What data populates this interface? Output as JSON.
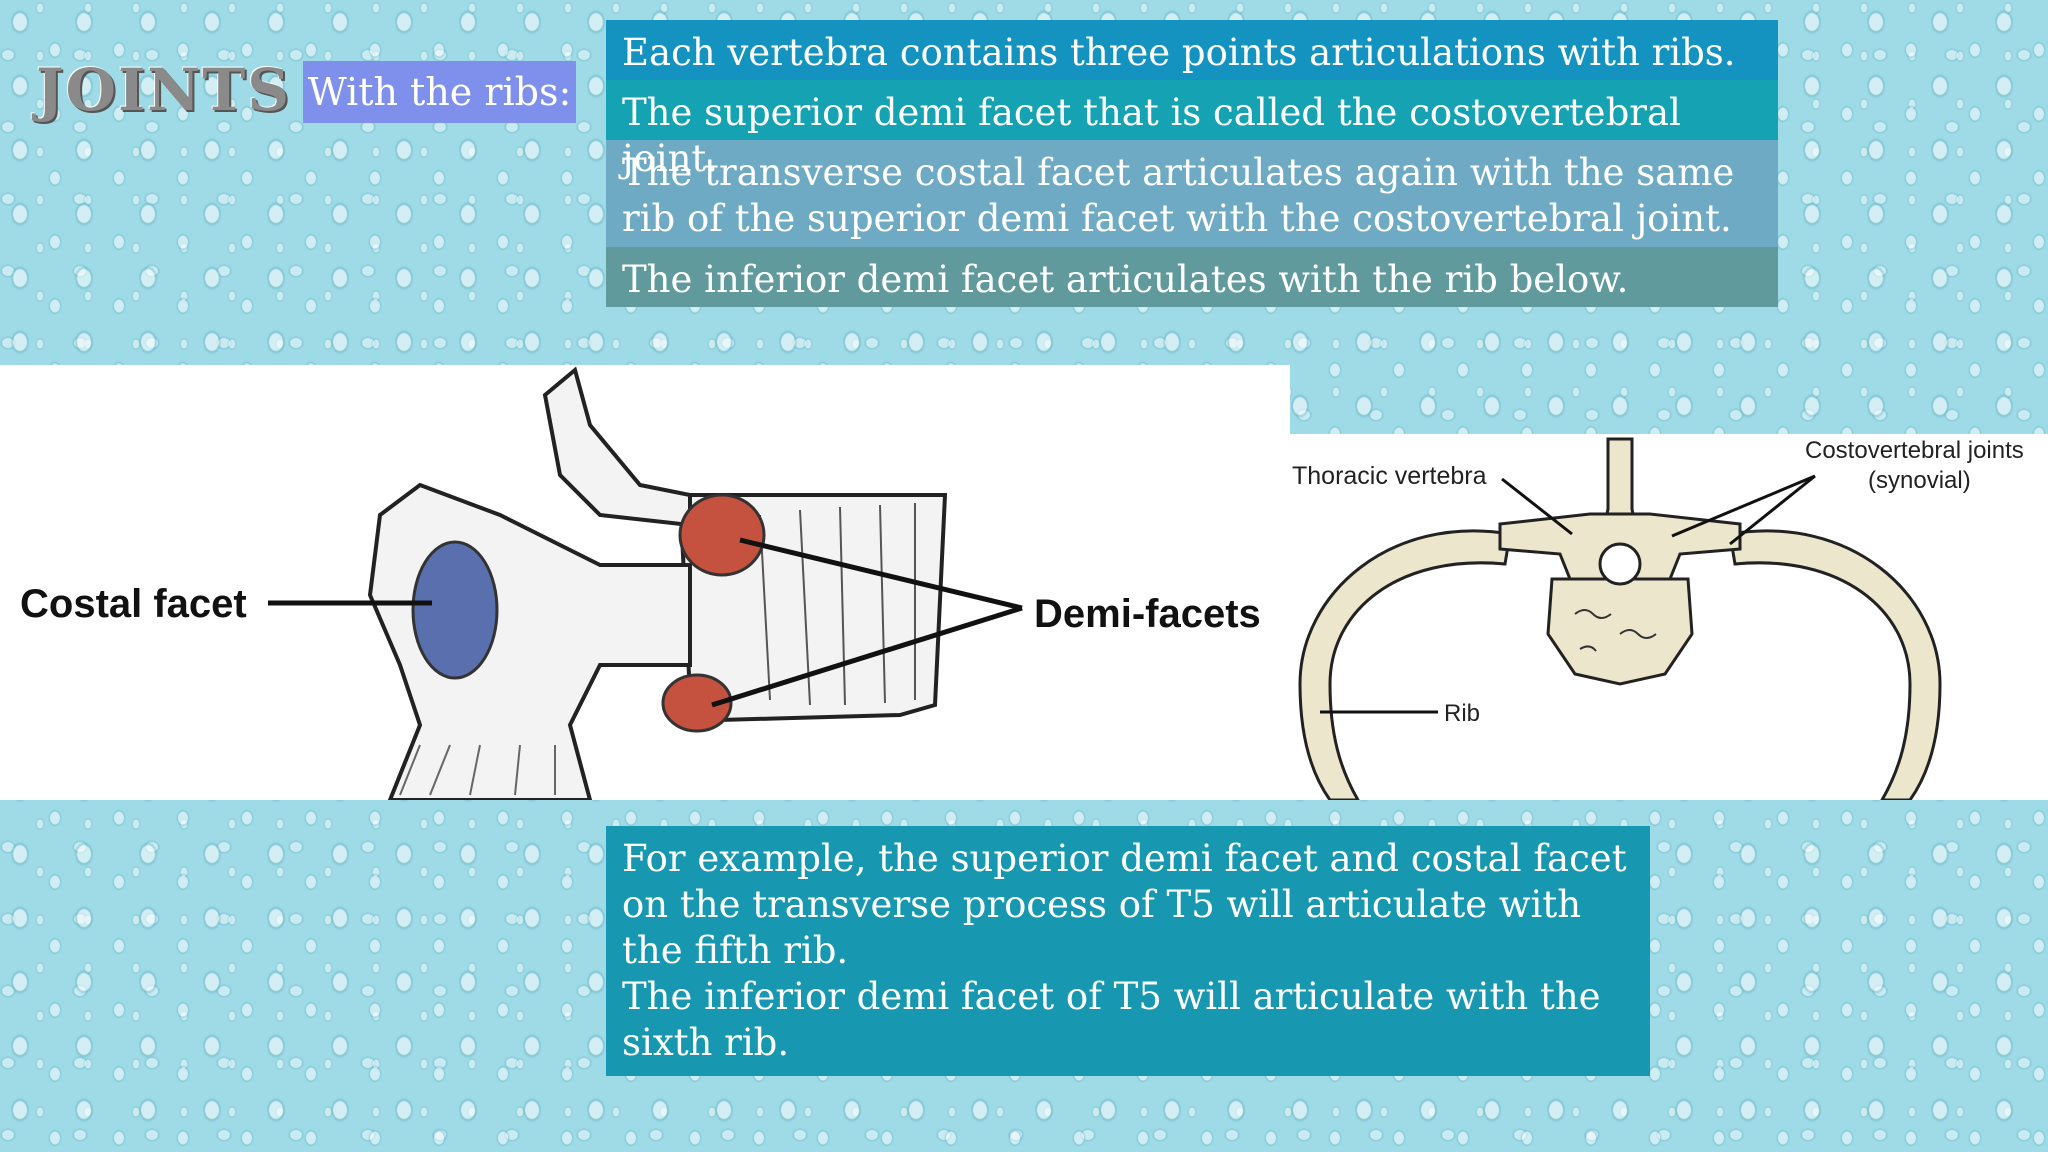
{
  "slide": {
    "title": "JOINTS",
    "subtitle": "With the ribs:",
    "bullets": [
      "Each vertebra contains three points articulations with ribs.",
      "The superior demi facet that is called the costovertebral joint.",
      "The transverse costal facet articulates again with the same rib of the superior demi facet with the costovertebral joint.",
      "The inferior demi facet articulates with the rib below."
    ],
    "example": "For example, the superior demi facet and costal facet on the transverse process of T5 will articulate with the fifth rib.\nThe inferior demi facet of T5 will articulate with the sixth rib."
  },
  "figure_left": {
    "label_costal": "Costal facet",
    "label_demi": "Demi-facets",
    "colors": {
      "costal_facet": "#5a6fae",
      "demi_facet": "#c4523f"
    }
  },
  "figure_right": {
    "label_vertebra": "Thoracic vertebra",
    "label_joints_line1": "Costovertebral joints",
    "label_joints_line2": "(synovial)",
    "label_rib": "Rib",
    "colors": {
      "bone": "#ece6cc"
    }
  }
}
